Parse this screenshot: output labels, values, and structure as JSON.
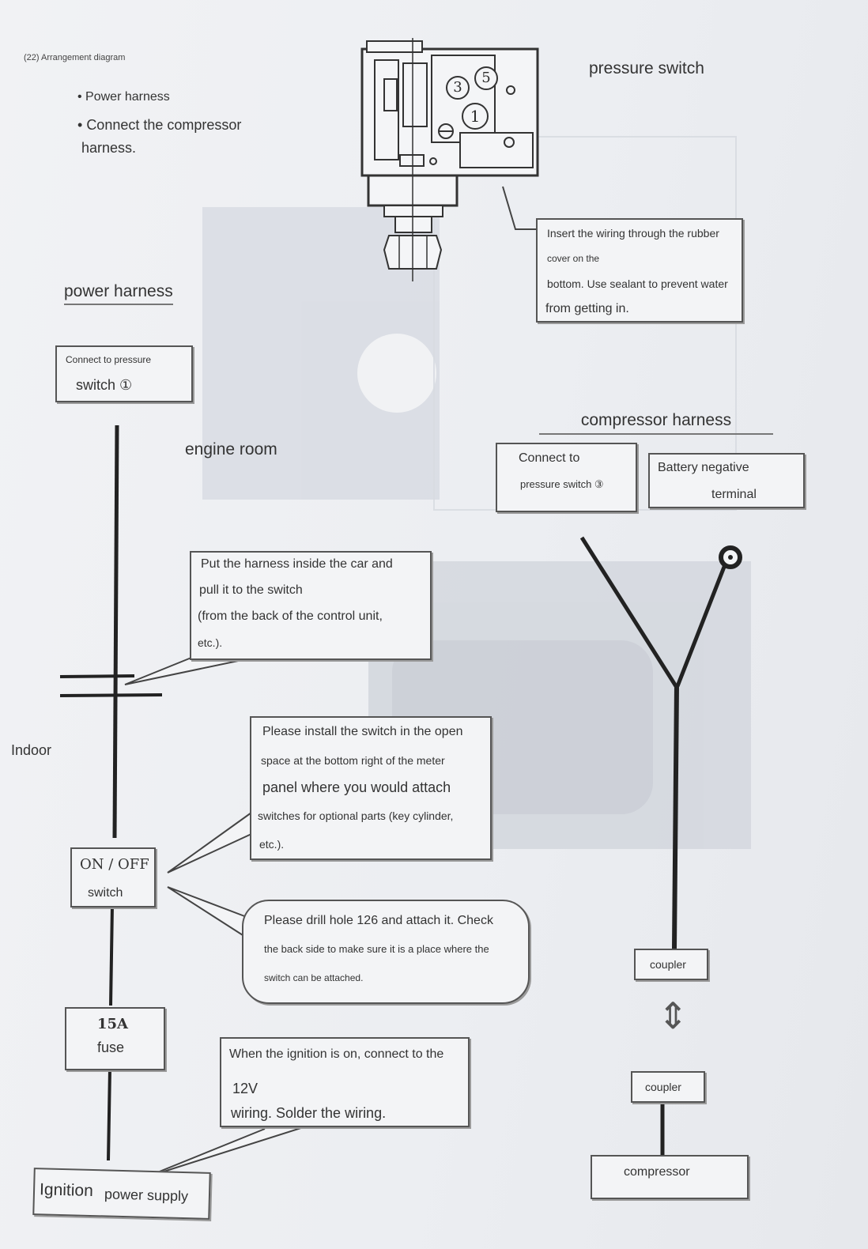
{
  "header": {
    "section_title": "(22) Arrangement diagram",
    "bullet_1": "Power harness",
    "bullet_2_line1": "Connect the compressor",
    "bullet_2_line2": "harness."
  },
  "pressure_switch": {
    "title": "pressure switch",
    "dial_numbers": [
      "5",
      "3",
      "1"
    ],
    "note_lines": [
      "Insert the wiring through the rubber",
      "cover on the",
      "bottom. Use sealant to prevent water",
      "from getting in."
    ]
  },
  "power_harness": {
    "title": "power harness",
    "connect_line1": "Connect to pressure",
    "connect_line2": "switch ①"
  },
  "engine_room_label": "engine room",
  "indoor_label": "Indoor",
  "harness_note_lines": [
    "Put the harness inside the car and",
    "pull it to the switch",
    "(from the back of the control unit,",
    "etc.)."
  ],
  "switch_note_lines": [
    "Please install the switch in the open",
    "space at the bottom right of the meter",
    "panel where you would attach",
    "switches for optional parts (key cylinder,",
    "etc.)."
  ],
  "drill_note_lines": [
    "Please drill hole 126 and attach it. Check",
    "the back side to make sure it is a place where the",
    "switch can be attached."
  ],
  "onoff_switch": {
    "line1": "ON / OFF",
    "line2": "switch"
  },
  "fuse": {
    "line1": "15A",
    "line2": "fuse"
  },
  "ignition_note": {
    "line1": "When the ignition is on, connect to the",
    "line2": "12V",
    "line3": "wiring. Solder the wiring."
  },
  "ignition_label_part1": "Ignition",
  "ignition_label_part2": "power supply",
  "compressor_harness": {
    "title": "compressor harness",
    "connect_line1": "Connect to",
    "connect_line2": "pressure switch ③",
    "battery_line1": "Battery negative",
    "battery_line2": "terminal"
  },
  "coupler_top": "coupler",
  "coupler_bottom": "coupler",
  "compressor": "compressor",
  "arrow_glyph": "⇕"
}
